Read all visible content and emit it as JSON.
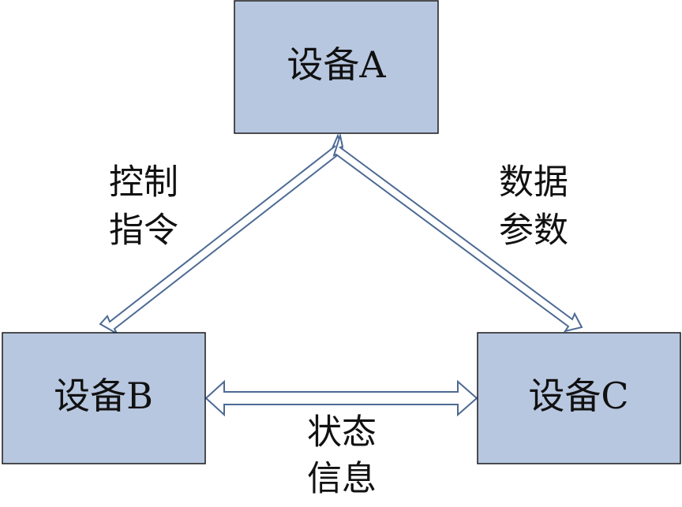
{
  "nodes": {
    "a": {
      "label": "设备A"
    },
    "b": {
      "label": "设备B"
    },
    "c": {
      "label": "设备C"
    }
  },
  "edges": {
    "a_b": {
      "line1": "控制",
      "line2": "指令"
    },
    "a_c": {
      "line1": "数据",
      "line2": "参数"
    },
    "b_c": {
      "line1": "状态",
      "line2": "信息"
    }
  },
  "colors": {
    "box_fill": "#b8c7e0",
    "box_border": "#1a1a1a",
    "arrow_outline": "#4d6a94",
    "arrow_fill": "#ffffff"
  }
}
